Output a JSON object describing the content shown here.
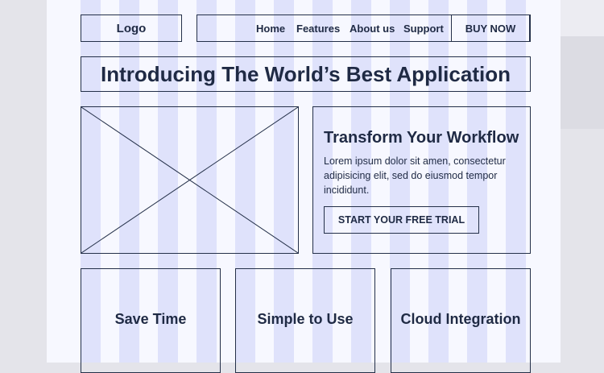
{
  "header": {
    "logo_label": "Logo",
    "nav": {
      "home": "Home",
      "features": "Features",
      "about": "About us",
      "support": "Support",
      "buy": "BUY NOW"
    }
  },
  "hero": {
    "title": "Introducing The World’s Best Application"
  },
  "cta": {
    "title": "Transform Your Workflow",
    "body": "Lorem ipsum dolor sit amen, consectetur adipisicing elit, sed do eiusmod tempor incididunt.",
    "button": "START YOUR FREE TRIAL"
  },
  "features": [
    {
      "label": "Save Time"
    },
    {
      "label": "Simple to Use"
    },
    {
      "label": "Cloud Integration"
    }
  ],
  "colors": {
    "page_bg": "#f7f8ff",
    "column_guide": "#dfe2fb",
    "outline": "#243049",
    "text": "#1f2a44"
  }
}
